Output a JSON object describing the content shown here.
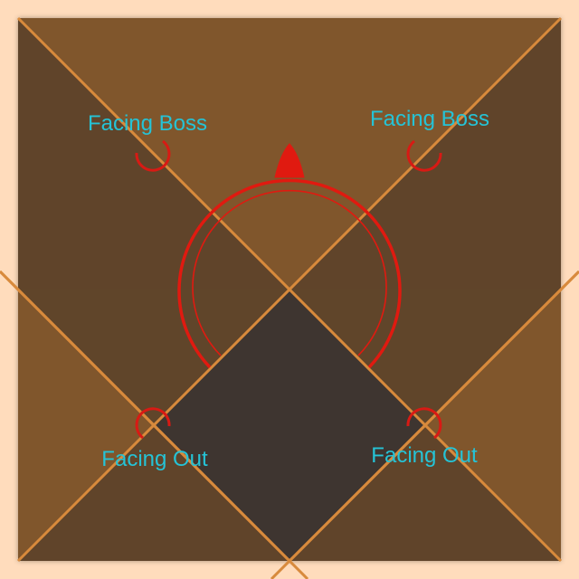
{
  "colors": {
    "background": "#ffdcbc",
    "floor_light": "#80562c",
    "floor_dark": "#60442a",
    "floor_center": "#3e3530",
    "grid_lines": "#d88a3c",
    "boss_ring": "#e01a10",
    "marker_ring": "#d81a14",
    "label_text": "#25c3d6"
  },
  "boss": {
    "icon": "boss-hitbox-ring-icon",
    "facing": "north"
  },
  "markers": {
    "top_left": {
      "label": "Facing Boss",
      "icon": "rotate-arrow-icon"
    },
    "top_right": {
      "label": "Facing Boss",
      "icon": "rotate-arrow-icon"
    },
    "bottom_left": {
      "label": "Facing Out",
      "icon": "rotate-arrow-icon"
    },
    "bottom_right": {
      "label": "Facing Out",
      "icon": "rotate-arrow-icon"
    }
  }
}
